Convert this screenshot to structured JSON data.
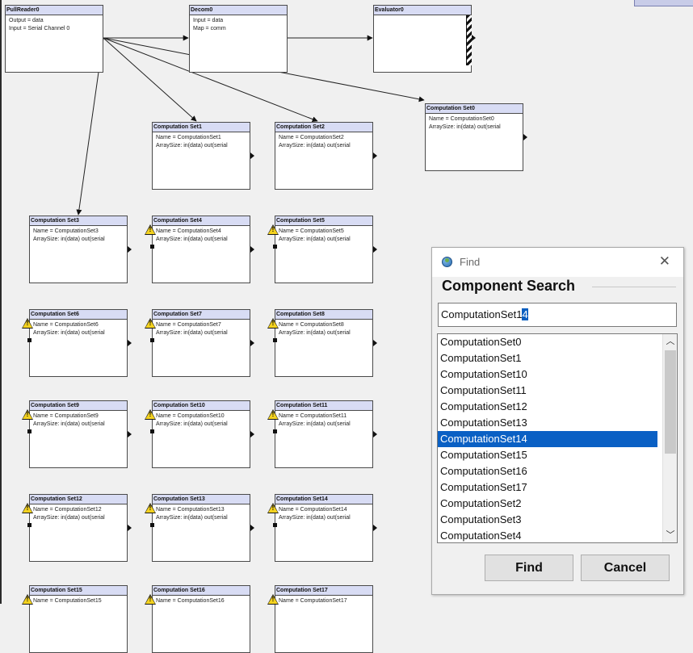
{
  "canvas": {
    "nodes": [
      {
        "id": "pullreader0",
        "title": "PullReader0",
        "props": [
          "Output = data",
          "Input = Serial Channel 0"
        ],
        "warning": false,
        "in_port": false,
        "out_port": false
      },
      {
        "id": "decom0",
        "title": "Decom0",
        "props": [
          "Input = data",
          "Map = comm"
        ],
        "warning": false,
        "in_port": false,
        "out_port": false
      },
      {
        "id": "evaluator0",
        "title": "Evaluator0",
        "props": [],
        "warning": false,
        "in_port": false,
        "out_port": true
      },
      {
        "id": "computationset0",
        "title": "Computation Set0",
        "props": [
          "Name = ComputationSet0",
          "ArraySize: in(data) out(serial"
        ],
        "warning": false,
        "in_port": false,
        "out_port": true
      },
      {
        "id": "computationset1",
        "title": "Computation Set1",
        "props": [
          "Name = ComputationSet1",
          "ArraySize: in(data) out(serial"
        ],
        "warning": false,
        "in_port": false,
        "out_port": true
      },
      {
        "id": "computationset2",
        "title": "Computation Set2",
        "props": [
          "Name = ComputationSet2",
          "ArraySize: in(data) out(serial"
        ],
        "warning": false,
        "in_port": false,
        "out_port": true
      },
      {
        "id": "computationset3",
        "title": "Computation Set3",
        "props": [
          "Name = ComputationSet3",
          "ArraySize: in(data) out(serial"
        ],
        "warning": false,
        "in_port": false,
        "out_port": true
      },
      {
        "id": "computationset4",
        "title": "Computation Set4",
        "props": [
          "Name = ComputationSet4",
          "ArraySize: in(data) out(serial"
        ],
        "warning": true,
        "in_port": true,
        "out_port": true
      },
      {
        "id": "computationset5",
        "title": "Computation Set5",
        "props": [
          "Name = ComputationSet5",
          "ArraySize: in(data) out(serial"
        ],
        "warning": true,
        "in_port": true,
        "out_port": true
      },
      {
        "id": "computationset6",
        "title": "Computation Set6",
        "props": [
          "Name = ComputationSet6",
          "ArraySize: in(data) out(serial"
        ],
        "warning": true,
        "in_port": true,
        "out_port": true
      },
      {
        "id": "computationset7",
        "title": "Computation Set7",
        "props": [
          "Name = ComputationSet7",
          "ArraySize: in(data) out(serial"
        ],
        "warning": true,
        "in_port": true,
        "out_port": true
      },
      {
        "id": "computationset8",
        "title": "Computation Set8",
        "props": [
          "Name = ComputationSet8",
          "ArraySize: in(data) out(serial"
        ],
        "warning": true,
        "in_port": true,
        "out_port": true
      },
      {
        "id": "computationset9",
        "title": "Computation Set9",
        "props": [
          "Name = ComputationSet9",
          "ArraySize: in(data) out(serial"
        ],
        "warning": true,
        "in_port": true,
        "out_port": true
      },
      {
        "id": "computationset10",
        "title": "Computation Set10",
        "props": [
          "Name = ComputationSet10",
          "ArraySize: in(data) out(serial"
        ],
        "warning": true,
        "in_port": true,
        "out_port": true
      },
      {
        "id": "computationset11",
        "title": "Computation Set11",
        "props": [
          "Name = ComputationSet11",
          "ArraySize: in(data) out(serial"
        ],
        "warning": true,
        "in_port": true,
        "out_port": true
      },
      {
        "id": "computationset12",
        "title": "Computation Set12",
        "props": [
          "Name = ComputationSet12",
          "ArraySize: in(data) out(serial"
        ],
        "warning": true,
        "in_port": true,
        "out_port": true
      },
      {
        "id": "computationset13",
        "title": "Computation Set13",
        "props": [
          "Name = ComputationSet13",
          "ArraySize: in(data) out(serial"
        ],
        "warning": true,
        "in_port": true,
        "out_port": true
      },
      {
        "id": "computationset14",
        "title": "Computation Set14",
        "props": [
          "Name = ComputationSet14",
          "ArraySize: in(data) out(serial"
        ],
        "warning": true,
        "in_port": true,
        "out_port": true
      },
      {
        "id": "computationset15",
        "title": "Computation Set15",
        "props": [
          "Name = ComputationSet15"
        ],
        "warning": true,
        "in_port": false,
        "out_port": false
      },
      {
        "id": "computationset16",
        "title": "Computation Set16",
        "props": [
          "Name = ComputationSet16"
        ],
        "warning": true,
        "in_port": false,
        "out_port": false
      },
      {
        "id": "computationset17",
        "title": "Computation Set17",
        "props": [
          "Name = ComputationSet17"
        ],
        "warning": true,
        "in_port": false,
        "out_port": false
      }
    ],
    "edges": [
      [
        "pullreader0",
        "decom0"
      ],
      [
        "decom0",
        "evaluator0"
      ],
      [
        "pullreader0",
        "computationset0"
      ],
      [
        "pullreader0",
        "computationset1"
      ],
      [
        "pullreader0",
        "computationset2"
      ],
      [
        "pullreader0",
        "computationset3"
      ]
    ],
    "warning_glyph": "!",
    "warning_icon": "warning-triangle-icon",
    "warning_color": "#f4d21f",
    "title_color": "#d8dcf4"
  },
  "find_dialog": {
    "title": "Find",
    "close_glyph": "✕",
    "app_icon": "java-app-icon",
    "group_label": "Component Search",
    "search_value_plain": "ComputationSet1",
    "search_value_selected": "4",
    "items": [
      "ComputationSet0",
      "ComputationSet1",
      "ComputationSet10",
      "ComputationSet11",
      "ComputationSet12",
      "ComputationSet13",
      "ComputationSet14",
      "ComputationSet15",
      "ComputationSet16",
      "ComputationSet17",
      "ComputationSet2",
      "ComputationSet3",
      "ComputationSet4"
    ],
    "selected_item": "ComputationSet14",
    "scroll_up_glyph": "︿",
    "scroll_down_glyph": "﹀",
    "buttons": {
      "find": "Find",
      "cancel": "Cancel"
    },
    "selection_color": "#0a60c4"
  }
}
